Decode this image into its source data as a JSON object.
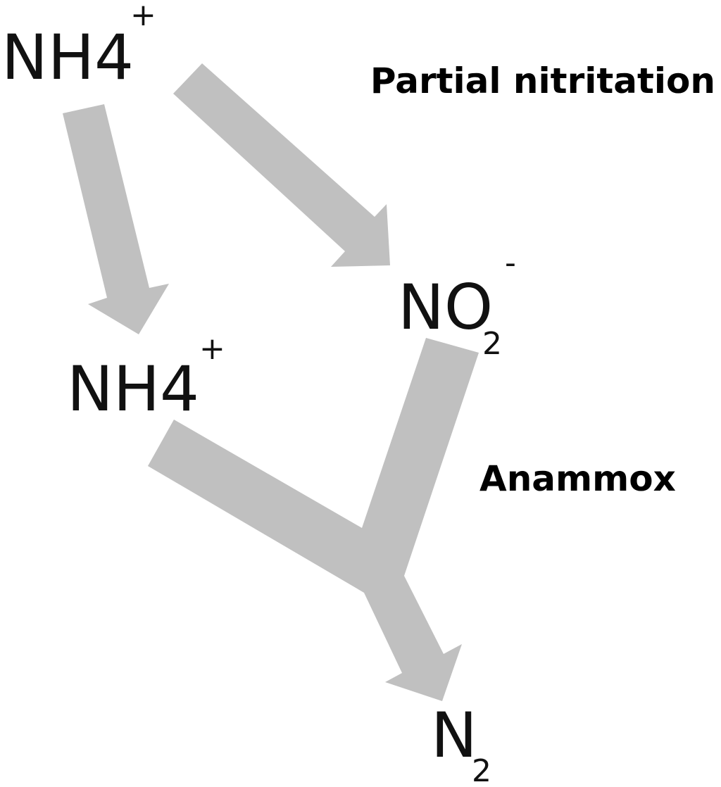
{
  "colors": {
    "arrow": "#c0c0c0",
    "text": "#111111",
    "background": "#ffffff"
  },
  "nodes": {
    "ammonium_top": {
      "base": "NH4",
      "sup": "+"
    },
    "ammonium_middle": {
      "base": "NH4",
      "sup": "+"
    },
    "nitrite": {
      "base": "NO",
      "sub": "2",
      "sup": "-"
    },
    "dinitrogen": {
      "base": "N",
      "sub": "2"
    }
  },
  "processes": {
    "partial_nitritation": "Partial nitritation",
    "anammox": "Anammox"
  }
}
